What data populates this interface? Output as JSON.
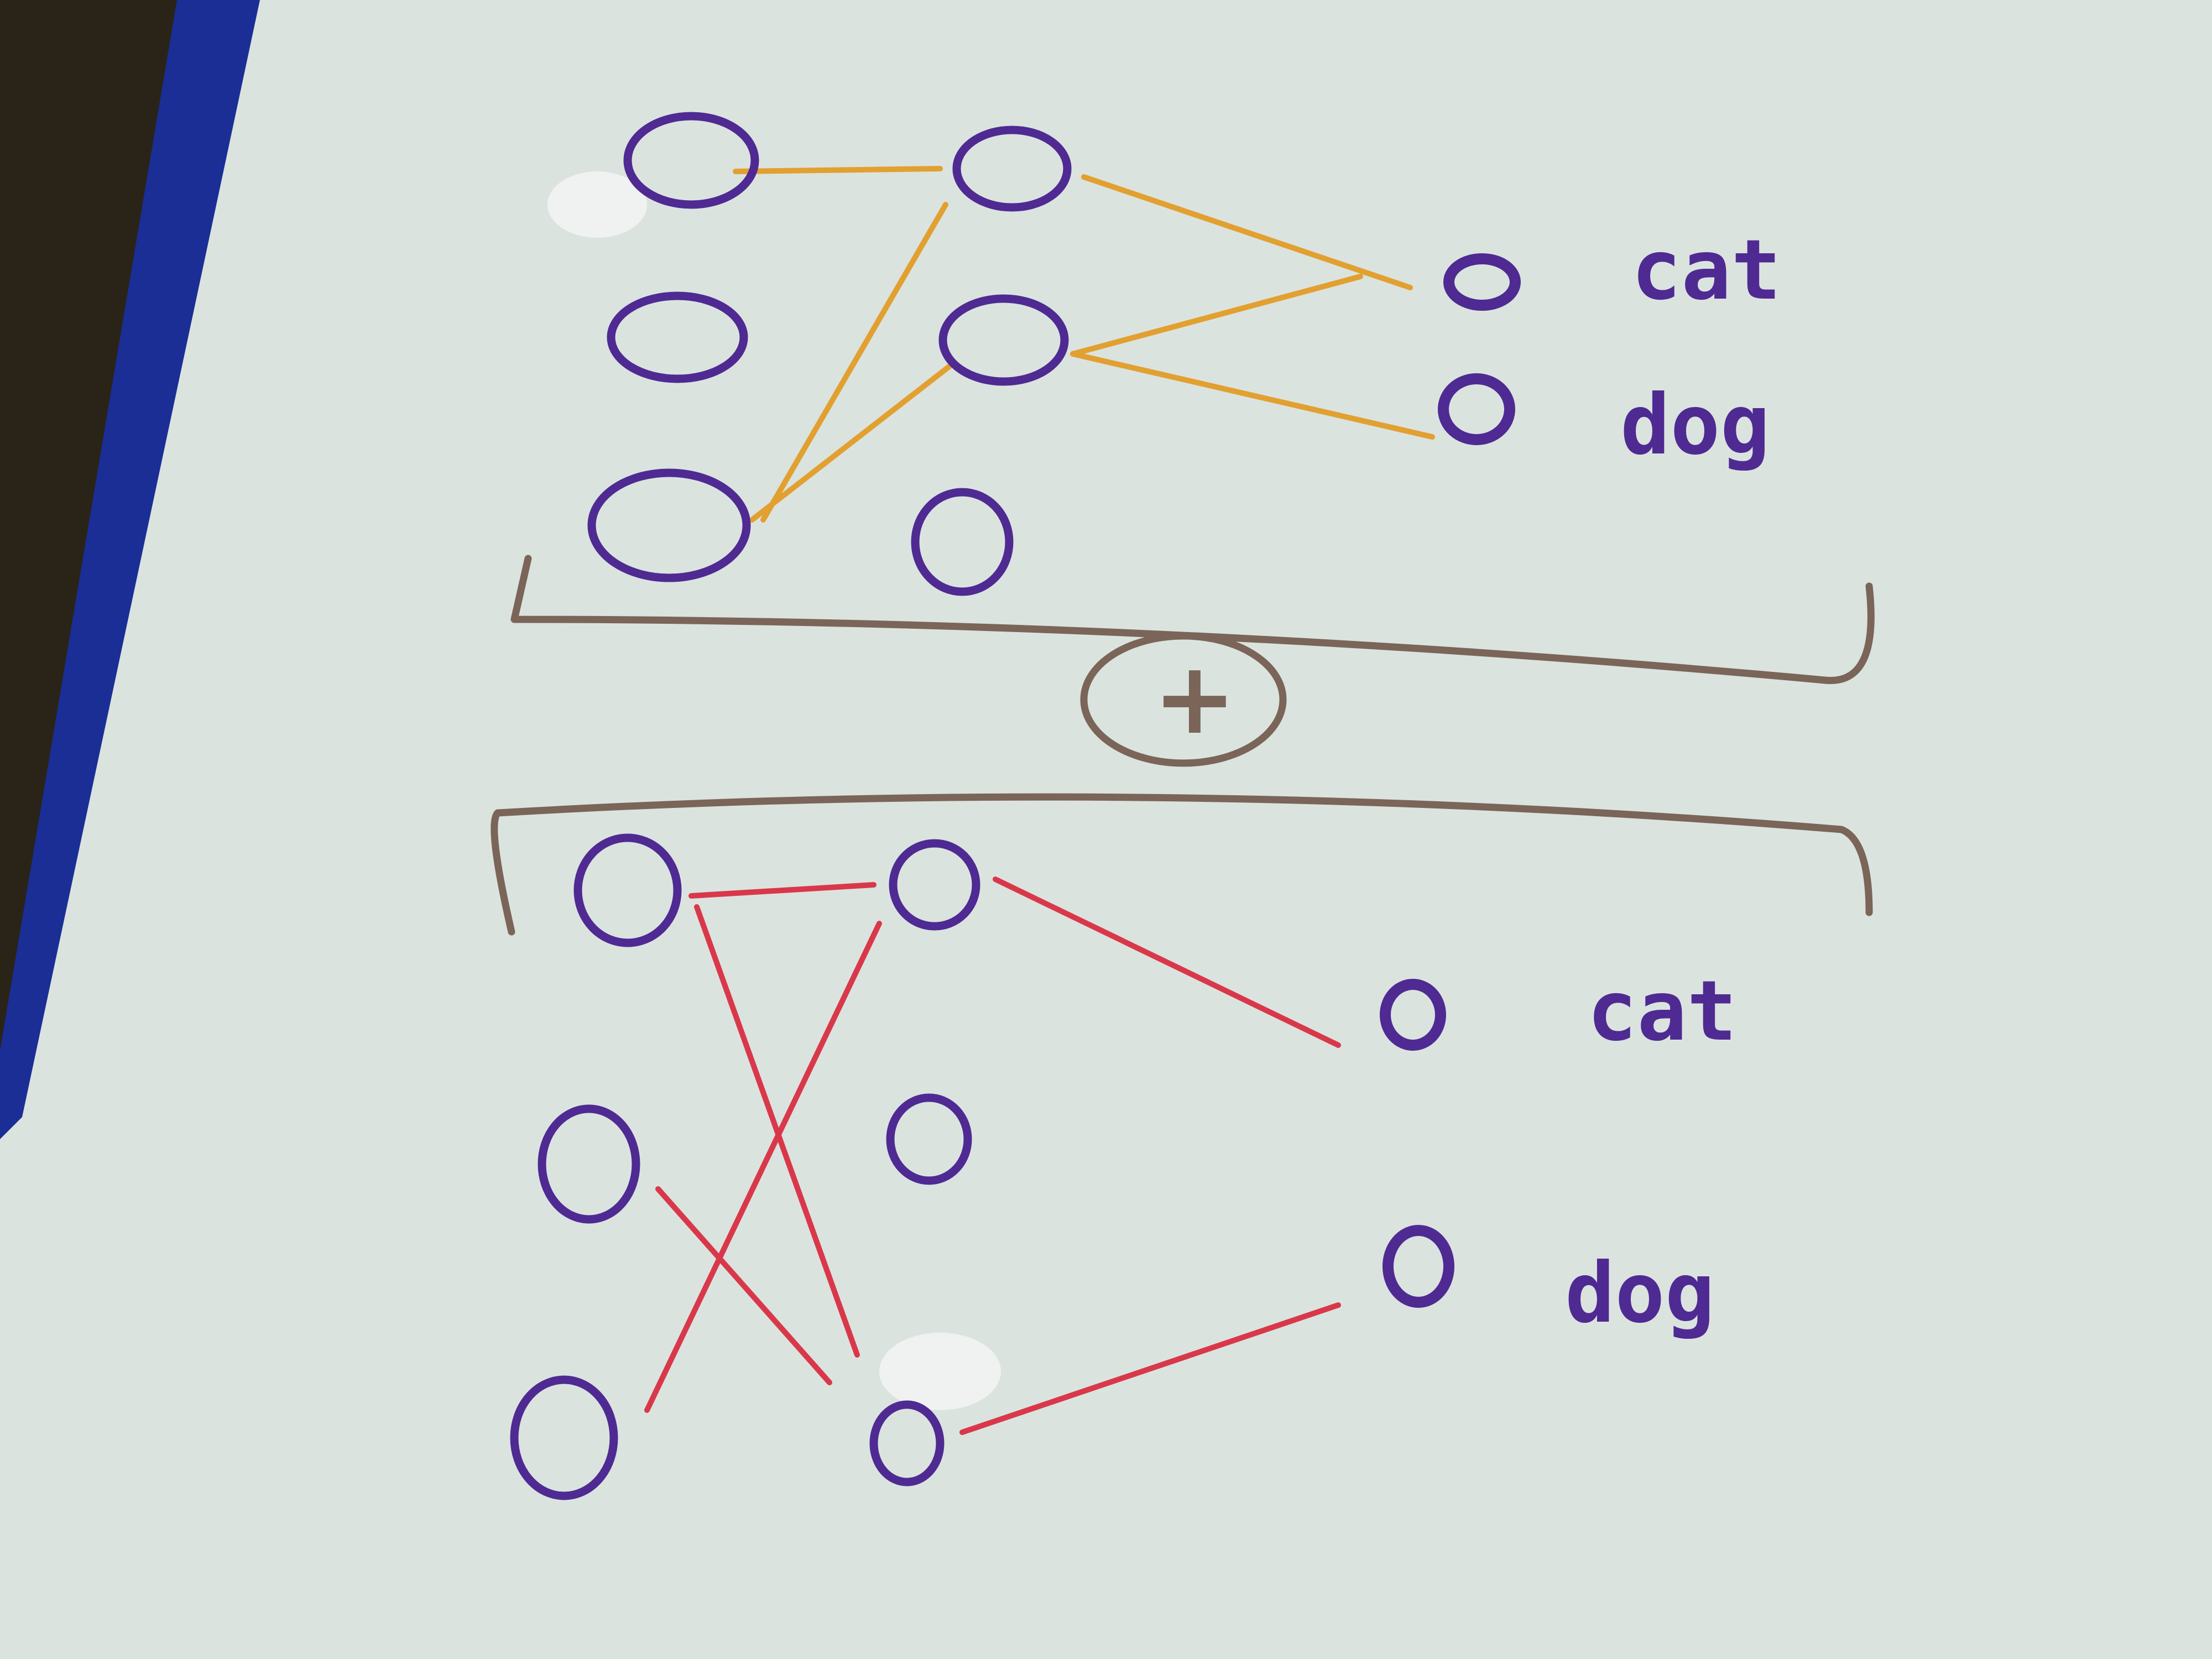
{
  "colors": {
    "board": "#dbe3df",
    "frame": "#1a2e96",
    "node": "#4f2a92",
    "top_edges": "#e2a030",
    "bottom_edges": "#d9384a",
    "bracket": "#7a6558"
  },
  "top_network": {
    "output_labels": [
      "cat",
      "dog"
    ]
  },
  "combine_symbol": "+",
  "bottom_network": {
    "output_labels": [
      "cat",
      "dog"
    ]
  }
}
